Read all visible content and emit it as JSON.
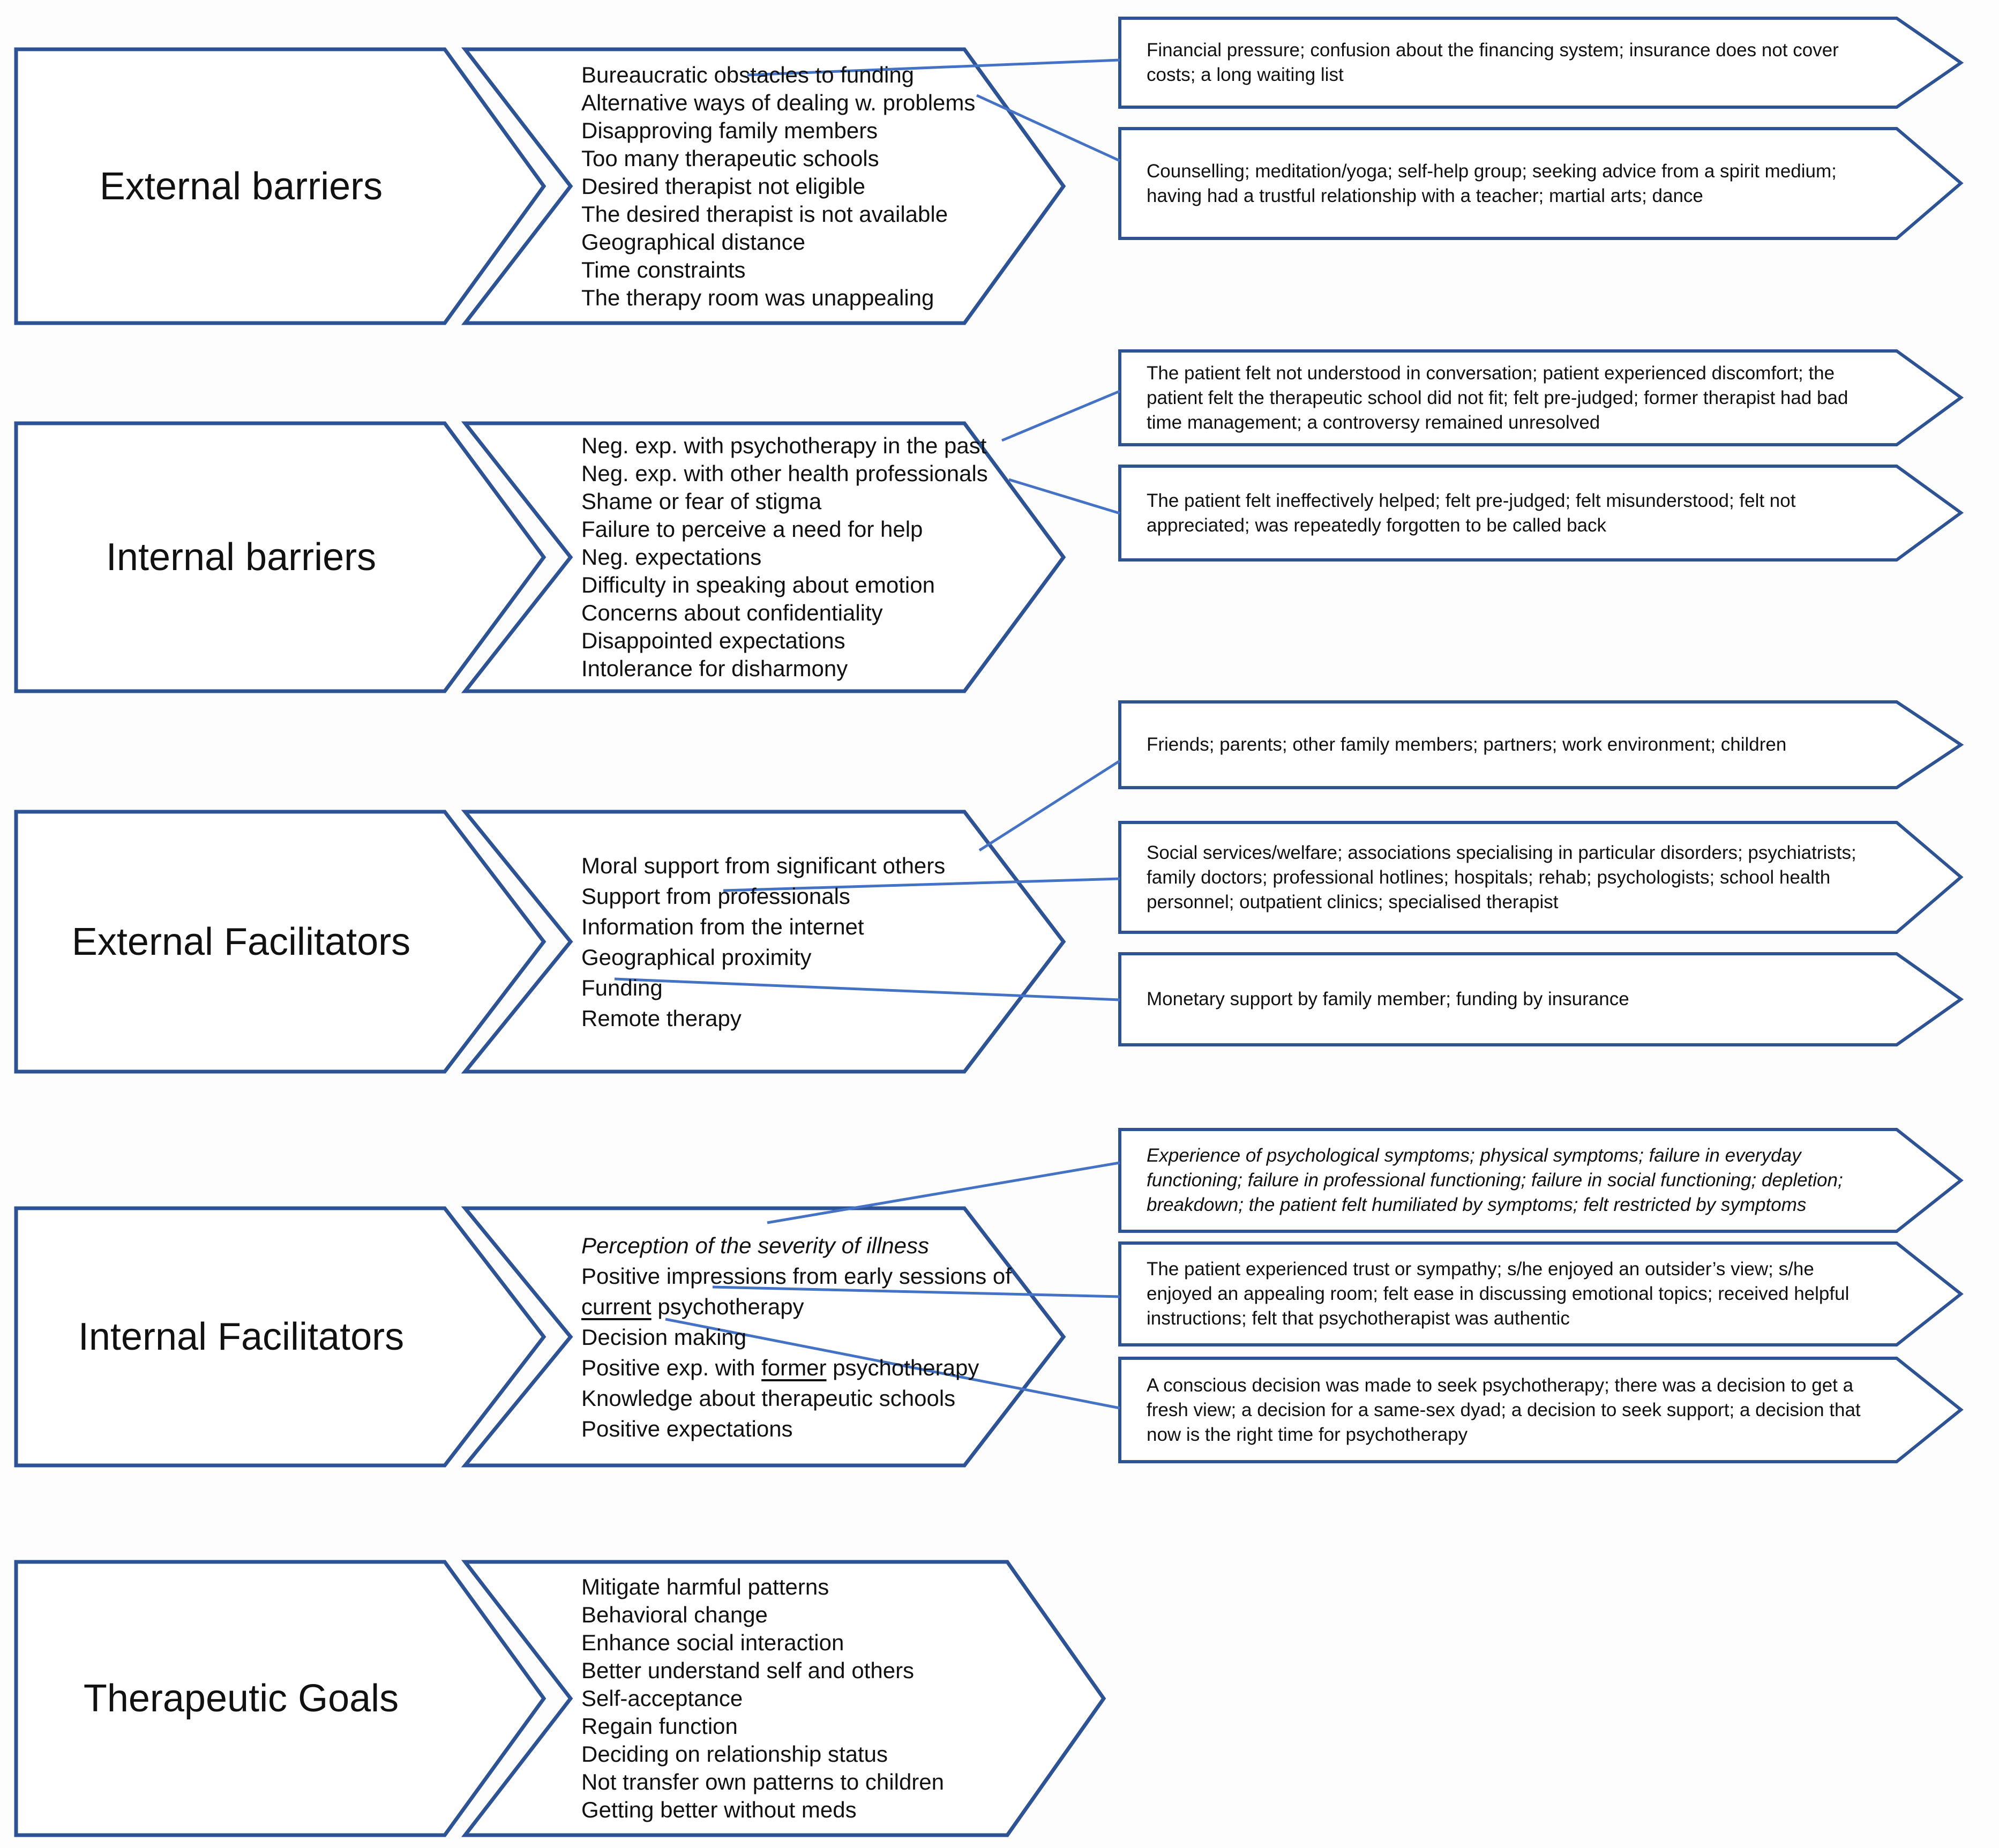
{
  "colors": {
    "border": "#2e5395",
    "connector": "#4472c4",
    "ink": "#111111",
    "bg": "#fdfdfd"
  },
  "diagram": {
    "rows": [
      {
        "label": "External barriers",
        "items": [
          "Bureaucratic obstacles to funding",
          "Alternative ways of dealing w. problems",
          "Disapproving family members",
          "Too many therapeutic schools",
          "Desired therapist not eligible",
          "The desired therapist is not available",
          "Geographical distance",
          "Time constraints",
          "The therapy room was unappealing"
        ],
        "details": [
          {
            "text": "Financial pressure; confusion about the financing system; insurance does not cover costs; a long waiting list"
          },
          {
            "text": "Counselling; meditation/yoga; self-help group; seeking advice from a spirit medium; having had a trustful relationship with a teacher; martial arts; dance"
          }
        ]
      },
      {
        "label": "Internal barriers",
        "items": [
          "Neg. exp. with psychotherapy in the past",
          "Neg. exp. with other health professionals",
          "Shame or fear of stigma",
          "Failure to perceive a need for help",
          "Neg. expectations",
          "Difficulty in speaking about emotion",
          "Concerns about confidentiality",
          "Disappointed expectations",
          "Intolerance for disharmony"
        ],
        "details": [
          {
            "text": "The patient felt not understood in conversation; patient experienced discomfort; the patient felt the therapeutic school did not fit; felt pre-judged; former therapist had bad time management; a controversy remained unresolved"
          },
          {
            "text": "The patient felt ineffectively helped; felt pre-judged; felt misunderstood; felt not appreciated; was repeatedly forgotten to be called back"
          }
        ]
      },
      {
        "label": "External Facilitators",
        "items": [
          "Moral support from significant others",
          "Support from professionals",
          "Information from the internet",
          "Geographical proximity",
          "Funding",
          "Remote therapy"
        ],
        "details": [
          {
            "text": "Friends; parents; other family members; partners; work environment; children"
          },
          {
            "text": "Social services/welfare; associations specialising in particular disorders; psychiatrists; family doctors; professional hotlines; hospitals; rehab; psychologists; school health personnel; outpatient clinics; specialised therapist"
          },
          {
            "text": "Monetary support by family member; funding by insurance"
          }
        ]
      },
      {
        "label": "Internal Facilitators",
        "items": [
          {
            "segments": [
              {
                "text": "Perception of the severity of illness",
                "italic": true
              }
            ]
          },
          {
            "segments": [
              {
                "text": "Positive impressions from early sessions of "
              },
              {
                "text": "current",
                "underline": true
              },
              {
                "text": " psychotherapy"
              }
            ]
          },
          "Decision making",
          {
            "segments": [
              {
                "text": "Positive exp. with "
              },
              {
                "text": "former",
                "underline": true
              },
              {
                "text": " psychotherapy"
              }
            ]
          },
          "Knowledge about therapeutic schools",
          "Positive expectations"
        ],
        "details": [
          {
            "text": "Experience of psychological symptoms; physical symptoms; failure in everyday functioning; failure in professional functioning; failure in social functioning; depletion; breakdown; the patient felt humiliated by symptoms; felt restricted by symptoms",
            "italic": true
          },
          {
            "text": "The patient experienced trust or sympathy; s/he enjoyed an outsider’s view;  s/he enjoyed an appealing room; felt ease in discussing emotional topics; received helpful instructions; felt that psychotherapist was authentic"
          },
          {
            "text": "A conscious decision was made to seek psychotherapy; there was a decision to get a fresh view;  a decision for a same-sex dyad; a decision to seek support; a decision that now is the right time for psychotherapy"
          }
        ]
      },
      {
        "label": "Therapeutic Goals",
        "items": [
          "Mitigate harmful patterns",
          "Behavioral change",
          "Enhance social interaction",
          "Better understand self and others",
          "Self-acceptance",
          "Regain function",
          "Deciding on relationship status",
          "Not transfer own patterns to children",
          "Getting better without meds"
        ],
        "details": []
      }
    ]
  }
}
